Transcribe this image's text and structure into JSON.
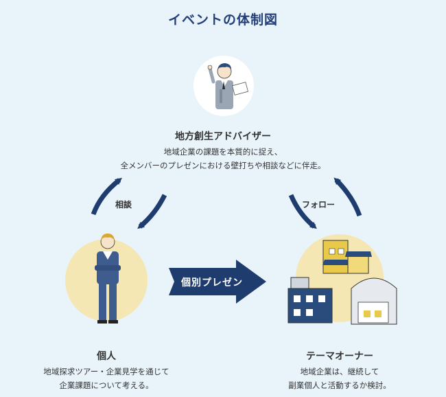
{
  "title": "イベントの体制図",
  "advisor": {
    "name": "地方創生アドバイザー",
    "desc_line1": "地域企業の課題を本質的に捉え、",
    "desc_line2": "全メンバーのプレゼンにおける壁打ちや相談などに伴走。"
  },
  "individual": {
    "name": "個人",
    "desc_line1": "地域探求ツアー・企業見学を通じて",
    "desc_line2": "企業課題について考える。"
  },
  "owner": {
    "name": "テーマオーナー",
    "desc_line1": "地域企業は、継続して",
    "desc_line2": "副業個人と活動するか検討。"
  },
  "arrows": {
    "consult": "相談",
    "follow": "フォロー",
    "present": "個別プレゼン"
  },
  "colors": {
    "navy": "#1f3c6e",
    "circle_white": "#ffffff",
    "circle_yellow": "#f5e7b3",
    "background": "#e8f3fa"
  }
}
